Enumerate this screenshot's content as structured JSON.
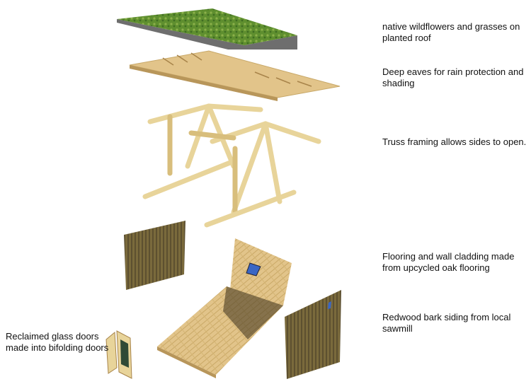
{
  "labels": {
    "roof": "native wildflowers and grasses on\nplanted roof",
    "eaves": "Deep eaves for rain protection and\nshading",
    "truss": "Truss framing allows sides to open.",
    "flooring": "Flooring and wall cladding made\nfrom upcycled oak flooring",
    "siding": "Redwood bark siding from local\nsawmill",
    "doors": "Reclaimed glass doors\nmade into bifolding doors"
  },
  "colors": {
    "grass": "#5f8f2f",
    "roof_edge": "#6e6e6e",
    "wood": "#e2c48a",
    "timber": "#e8d49a",
    "bark": "#7a6a3c",
    "window": "#3a66c4"
  }
}
